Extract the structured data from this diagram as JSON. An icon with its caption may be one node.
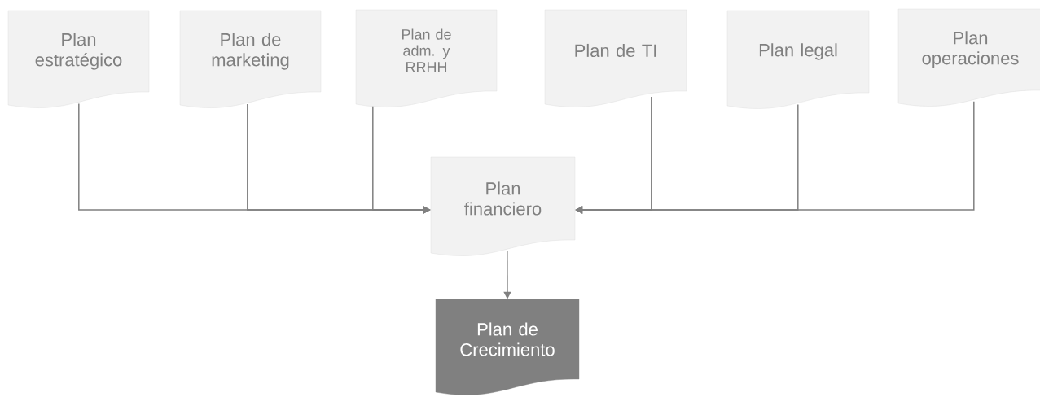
{
  "diagram": {
    "nodes": [
      {
        "text": [
          "Plan estratégico"
        ]
      },
      {
        "text": [
          "Plan de marketing"
        ]
      },
      {
        "text": [
          "Plan de adm. y RRHH"
        ]
      },
      {
        "text": [
          "Plan de TI"
        ]
      },
      {
        "text": [
          "Plan legal"
        ]
      },
      {
        "text": [
          "Plan operaciones"
        ]
      },
      {
        "text": [
          "Plan financiero"
        ]
      },
      {
        "text": [
          "Plan de Crecimiento"
        ]
      }
    ],
    "edges": [
      {
        "from": 0,
        "to": 6,
        "arrow": "to"
      },
      {
        "from": 1,
        "to": 6,
        "arrow": "to"
      },
      {
        "from": 2,
        "to": 6,
        "arrow": "to"
      },
      {
        "from": 3,
        "to": 6,
        "arrow": "to"
      },
      {
        "from": 4,
        "to": 6,
        "arrow": "to"
      },
      {
        "from": 5,
        "to": 6,
        "arrow": "to"
      },
      {
        "from": 6,
        "to": 7,
        "arrow": "to"
      }
    ]
  }
}
